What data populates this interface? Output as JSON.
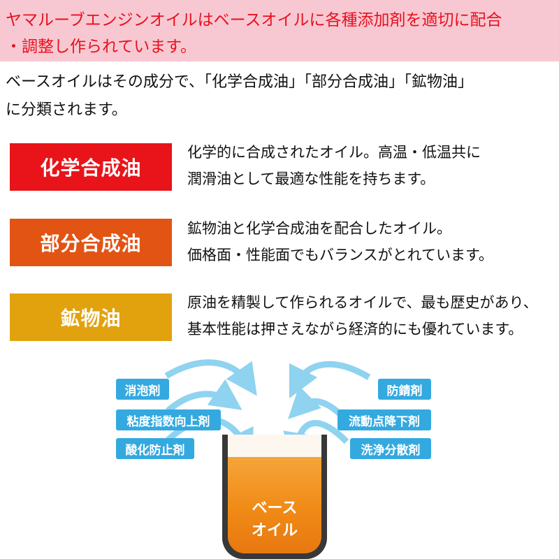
{
  "header": {
    "banner_line1": "ヤマルーブエンジンオイルはベースオイルに各種添加剤を適切に配合",
    "banner_line2": "・調整し作られています。"
  },
  "intro": {
    "line1": "ベースオイルはその成分で、「化学合成油」「部分合成油」「鉱物油」",
    "line2": "に分類されます。"
  },
  "oil_types": [
    {
      "label": "化学合成油",
      "line1": "化学的に合成されたオイル。高温・低温共に",
      "line2": "潤滑油として最適な性能を持ちます。",
      "color": "#e8141a"
    },
    {
      "label": "部分合成油",
      "line1": "鉱物油と化学合成油を配合したオイル。",
      "line2": "価格面・性能面でもバランスがとれています。",
      "color": "#e25414"
    },
    {
      "label": "鉱物油",
      "line1": "原油を精製して作られるオイルで、最も歴史があり、",
      "line2": "基本性能は押さえながら経済的にも優れています。",
      "color": "#e2a20e"
    }
  ],
  "diagram": {
    "left_additives": [
      "消泡剤",
      "粘度指数向上剤",
      "酸化防止剤"
    ],
    "right_additives": [
      "防錆剤",
      "流動点降下剤",
      "洗浄分散剤"
    ],
    "base_oil_line1": "ベース",
    "base_oil_line2": "オイル",
    "tag_color": "#34a9e0",
    "arrow_color": "#8fd3f0"
  }
}
